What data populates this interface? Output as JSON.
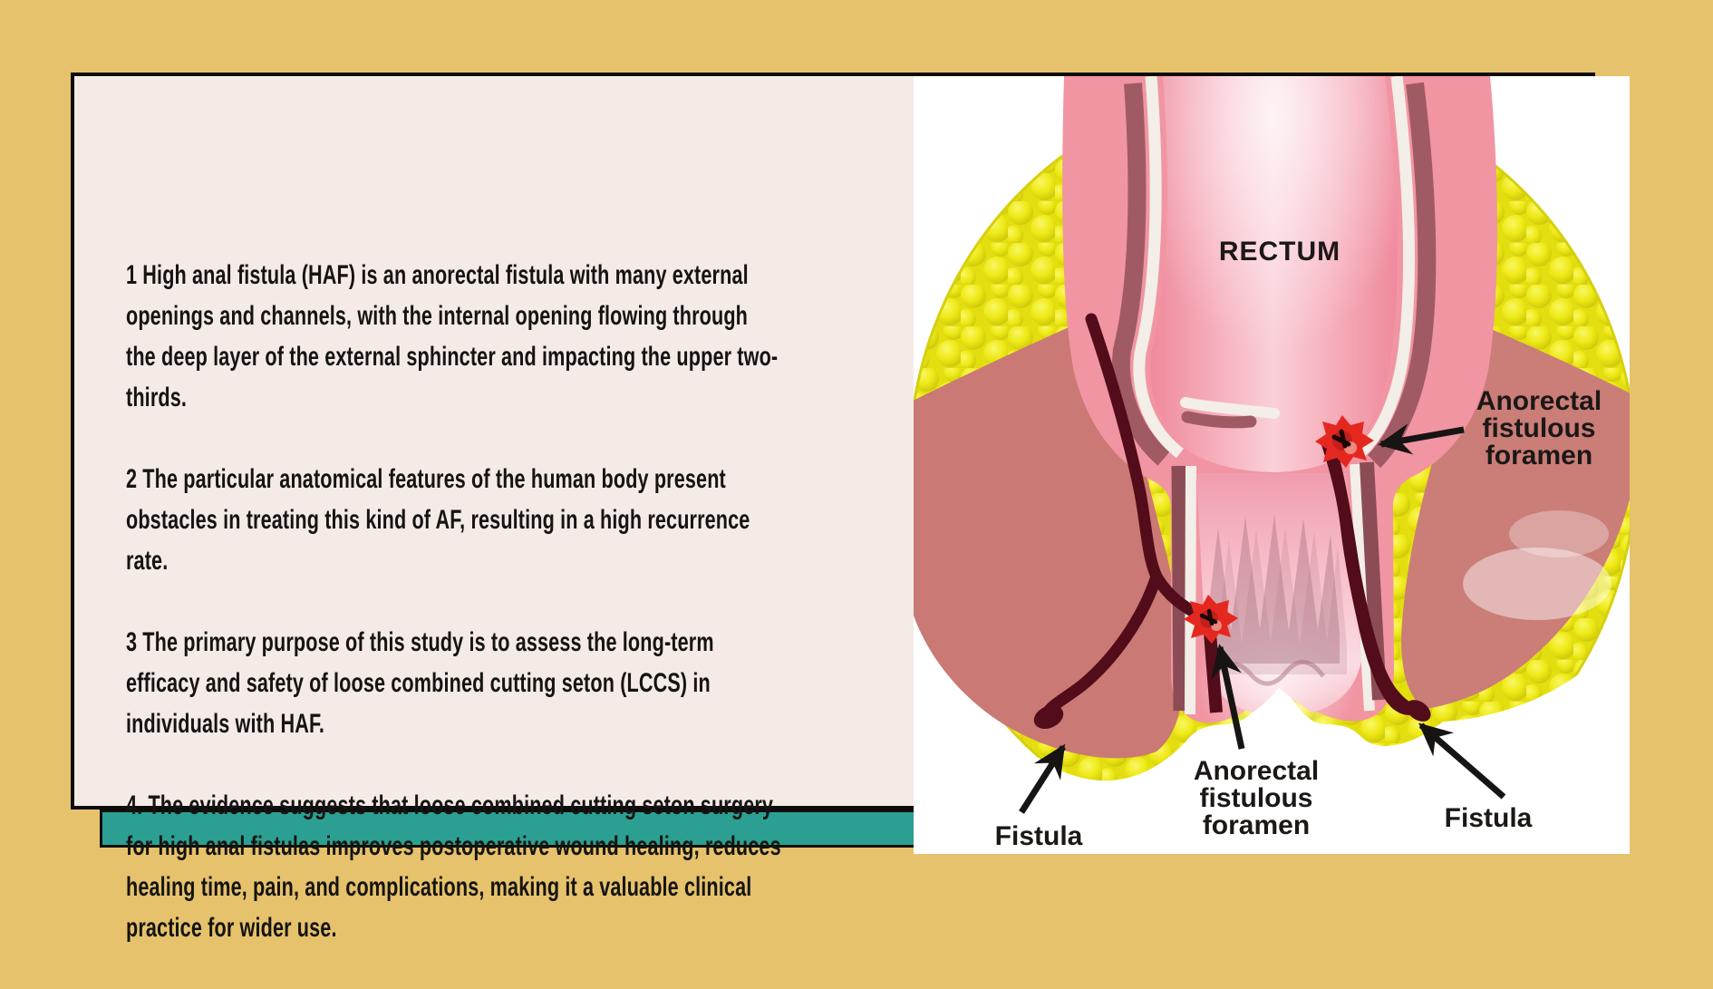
{
  "colors": {
    "background": "#e6c26c",
    "card_bg": "#f4ebe7",
    "accent_bar": "#2ba092",
    "border": "#0d0d0d",
    "illustration_bg": "#ffffff",
    "text_color": "#161412",
    "label_color": "#1b1816",
    "fat_yellow": "#eae713",
    "muscle_rose": "#ca7974",
    "rectum_pink": "#f195a3",
    "sphincter_mauve": "#a05a64",
    "fistula_maroon": "#530c1a",
    "foramen_red": "#e5281f"
  },
  "text_panel": {
    "paragraphs": [
      "1 High anal fistula (HAF) is an anorectal fistula with many external\nopenings and channels, with the internal opening flowing through\nthe deep layer of the external sphincter and impacting the upper two-\nthirds.",
      "2 The particular anatomical features of the human body present\nobstacles in treating this kind of AF, resulting in a high recurrence\nrate.",
      "3 The primary purpose of this study is to assess the long-term\nefficacy and safety of loose combined cutting seton (LCCS) in\nindividuals with HAF.",
      "4. The evidence suggests that loose combined cutting seton surgery\nfor high anal fistulas improves postoperative wound healing, reduces\nhealing time, pain, and complications, making it a valuable clinical\npractice for wider use."
    ]
  },
  "illustration": {
    "labels": {
      "rectum": "RECTUM",
      "foramen_right": [
        "Anorectal",
        "fistulous",
        "foramen"
      ],
      "foramen_bottom": [
        "Anorectal",
        "fistulous",
        "foramen"
      ],
      "fistula_left": "Fistula",
      "fistula_right": "Fistula"
    }
  }
}
